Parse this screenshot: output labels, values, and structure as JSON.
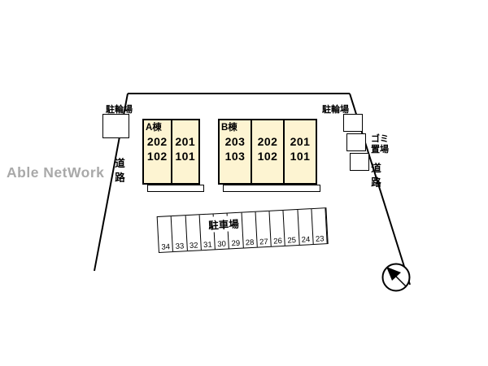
{
  "watermark": "Able NetWork",
  "labels": {
    "bike_parking_left": "駐輪場",
    "bike_parking_right": "駐輪場",
    "garbage_line1": "ゴミ",
    "garbage_line2": "置場",
    "road_left": "道路",
    "road_right": "道路",
    "parking": "駐車場"
  },
  "buildings": [
    {
      "name": "A棟",
      "units": [
        {
          "upper": "202",
          "lower": "102"
        },
        {
          "upper": "201",
          "lower": "101"
        }
      ]
    },
    {
      "name": "B棟",
      "units": [
        {
          "upper": "203",
          "lower": "103"
        },
        {
          "upper": "202",
          "lower": "102"
        },
        {
          "upper": "201",
          "lower": "101"
        }
      ]
    }
  ],
  "parking_spaces": [
    "34",
    "33",
    "32",
    "31",
    "30",
    "29",
    "28",
    "27",
    "26",
    "25",
    "24",
    "23"
  ],
  "icons": {
    "north_arrow": "north-arrow"
  },
  "colors": {
    "building_fill": "#fdf4d2",
    "line": "#000000",
    "watermark": "#a9a9a9",
    "background": "#ffffff"
  }
}
